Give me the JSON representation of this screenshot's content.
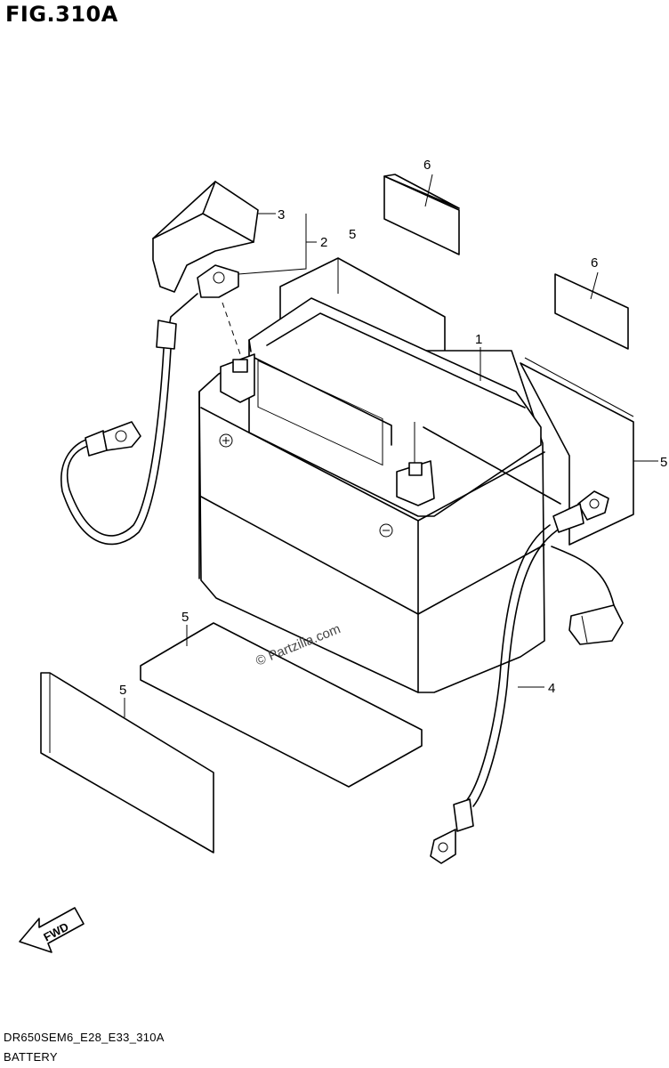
{
  "figure": {
    "title": "FIG.310A",
    "watermark": "© Partzilla.com",
    "fwd_label": "FWD"
  },
  "callouts": {
    "c1": "1",
    "c2": "2",
    "c3": "3",
    "c4": "4",
    "c5a": "5",
    "c5b": "5",
    "c5c": "5",
    "c5d": "5",
    "c6a": "6",
    "c6b": "6"
  },
  "footer": {
    "code": "DR650SEM6_E28_E33_310A",
    "name": "BATTERY"
  }
}
